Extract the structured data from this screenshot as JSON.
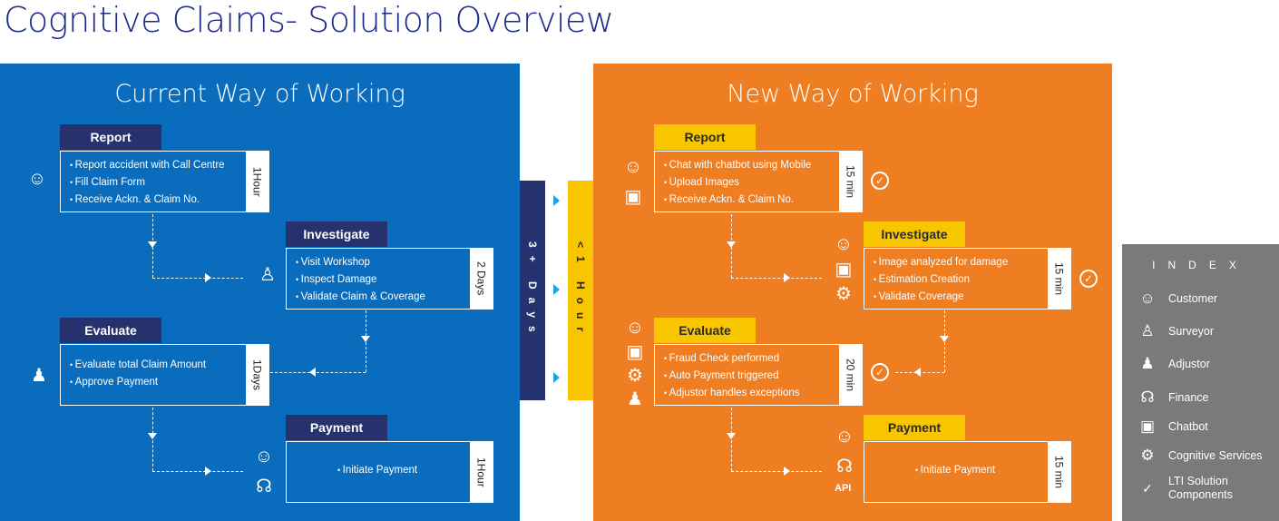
{
  "title": "Cognitive Claims- Solution Overview",
  "current": {
    "title": "Current Way of Working",
    "steps": [
      {
        "name": "Report",
        "items": [
          "Report accident with Call Centre",
          "Fill Claim Form",
          "Receive Ackn. & Claim No."
        ],
        "duration": "1Hour"
      },
      {
        "name": "Investigate",
        "items": [
          "Visit Workshop",
          "Inspect Damage",
          "Validate Claim & Coverage"
        ],
        "duration": "2 Days"
      },
      {
        "name": "Evaluate",
        "items": [
          "Evaluate total Claim Amount",
          "Approve Payment"
        ],
        "duration": "1Days"
      },
      {
        "name": "Payment",
        "items": [
          "Initiate Payment"
        ],
        "duration": "1Hour"
      }
    ]
  },
  "new": {
    "title": "New Way of Working",
    "steps": [
      {
        "name": "Report",
        "items": [
          "Chat with chatbot using Mobile",
          "Upload Images",
          "Receive Ackn. & Claim No."
        ],
        "duration": "15 min"
      },
      {
        "name": "Investigate",
        "items": [
          "Image analyzed for damage",
          "Estimation Creation",
          "Validate Coverage"
        ],
        "duration": "15 min"
      },
      {
        "name": "Evaluate",
        "items": [
          "Fraud Check performed",
          "Auto Payment triggered",
          "Adjustor handles exceptions"
        ],
        "duration": "20 min"
      },
      {
        "name": "Payment",
        "items": [
          "Initiate Payment"
        ],
        "duration": "15 min"
      }
    ],
    "api_label": "API"
  },
  "middle": {
    "current_total": "3+ Days",
    "new_total": "<1 Hour"
  },
  "index": {
    "header": "INDEX",
    "items": [
      {
        "icon": "customer-icon",
        "label": "Customer"
      },
      {
        "icon": "surveyor-icon",
        "label": "Surveyor"
      },
      {
        "icon": "adjustor-icon",
        "label": "Adjustor"
      },
      {
        "icon": "finance-icon",
        "label": "Finance"
      },
      {
        "icon": "chatbot-icon",
        "label": "Chatbot"
      },
      {
        "icon": "cognitive-services-icon",
        "label": "Cognitive Services"
      },
      {
        "icon": "lti-solution-icon",
        "label": "LTI Solution Components"
      }
    ]
  },
  "colors": {
    "current_panel": "#0a6cbc",
    "new_panel": "#ef7d22",
    "dark_header": "#25326e",
    "yellow_header": "#f7c600",
    "index_bg": "#7a7a7a"
  }
}
